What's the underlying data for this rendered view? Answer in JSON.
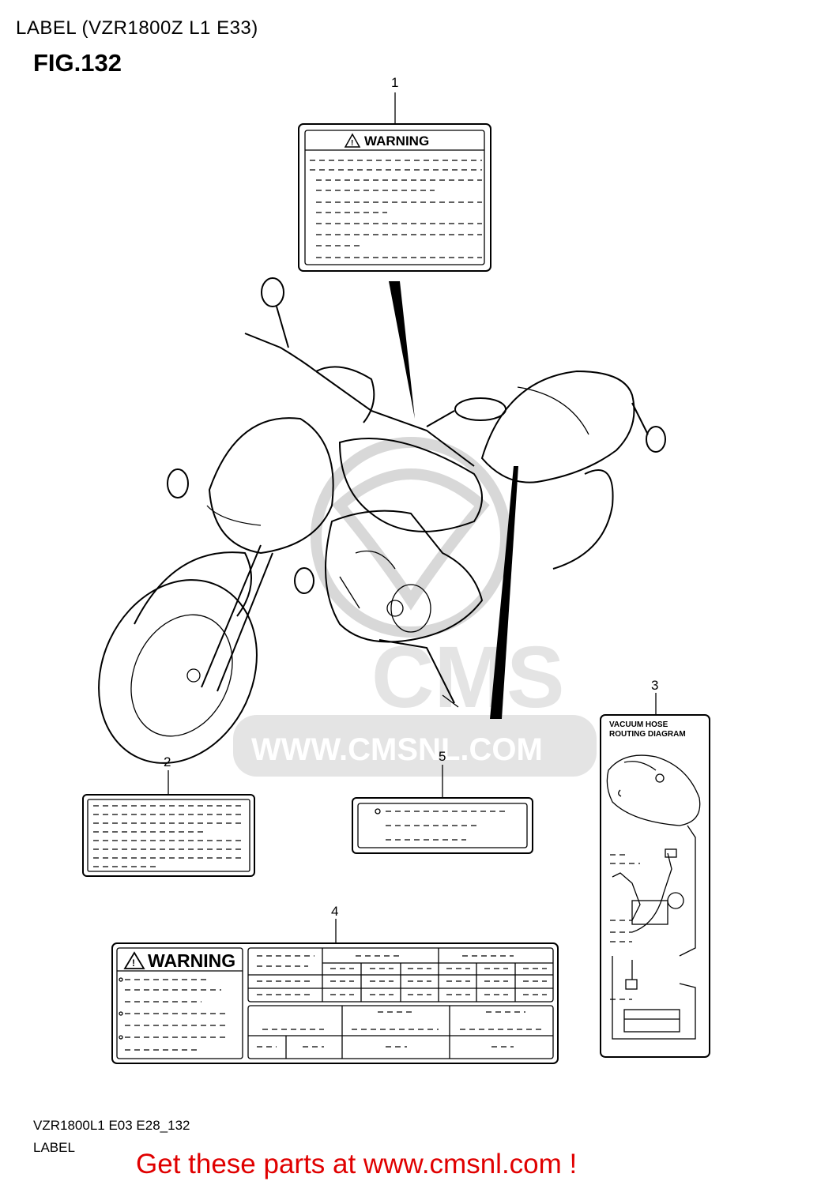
{
  "header": {
    "title": "LABEL (VZR1800Z L1 E33)",
    "figure": "FIG.132"
  },
  "callouts": [
    {
      "number": "1"
    },
    {
      "number": "2"
    },
    {
      "number": "3"
    },
    {
      "number": "4"
    },
    {
      "number": "5"
    }
  ],
  "labels": {
    "warning_text": "WARNING",
    "vacuum_line1": "VACUUM HOSE",
    "vacuum_line2": "ROUTING DIAGRAM"
  },
  "watermark": {
    "text": "WWW.CMSNL.COM",
    "logo": "CMS"
  },
  "footer": {
    "code": "VZR1800L1 E03 E28_132",
    "label": "LABEL",
    "promo": "Get these parts at www.cmsnl.com !"
  },
  "colors": {
    "promo": "#e00000",
    "watermark": "#d8d8d8",
    "line": "#000000"
  },
  "icons": [
    "warning-triangle-icon",
    "cms-logo-watermark"
  ]
}
